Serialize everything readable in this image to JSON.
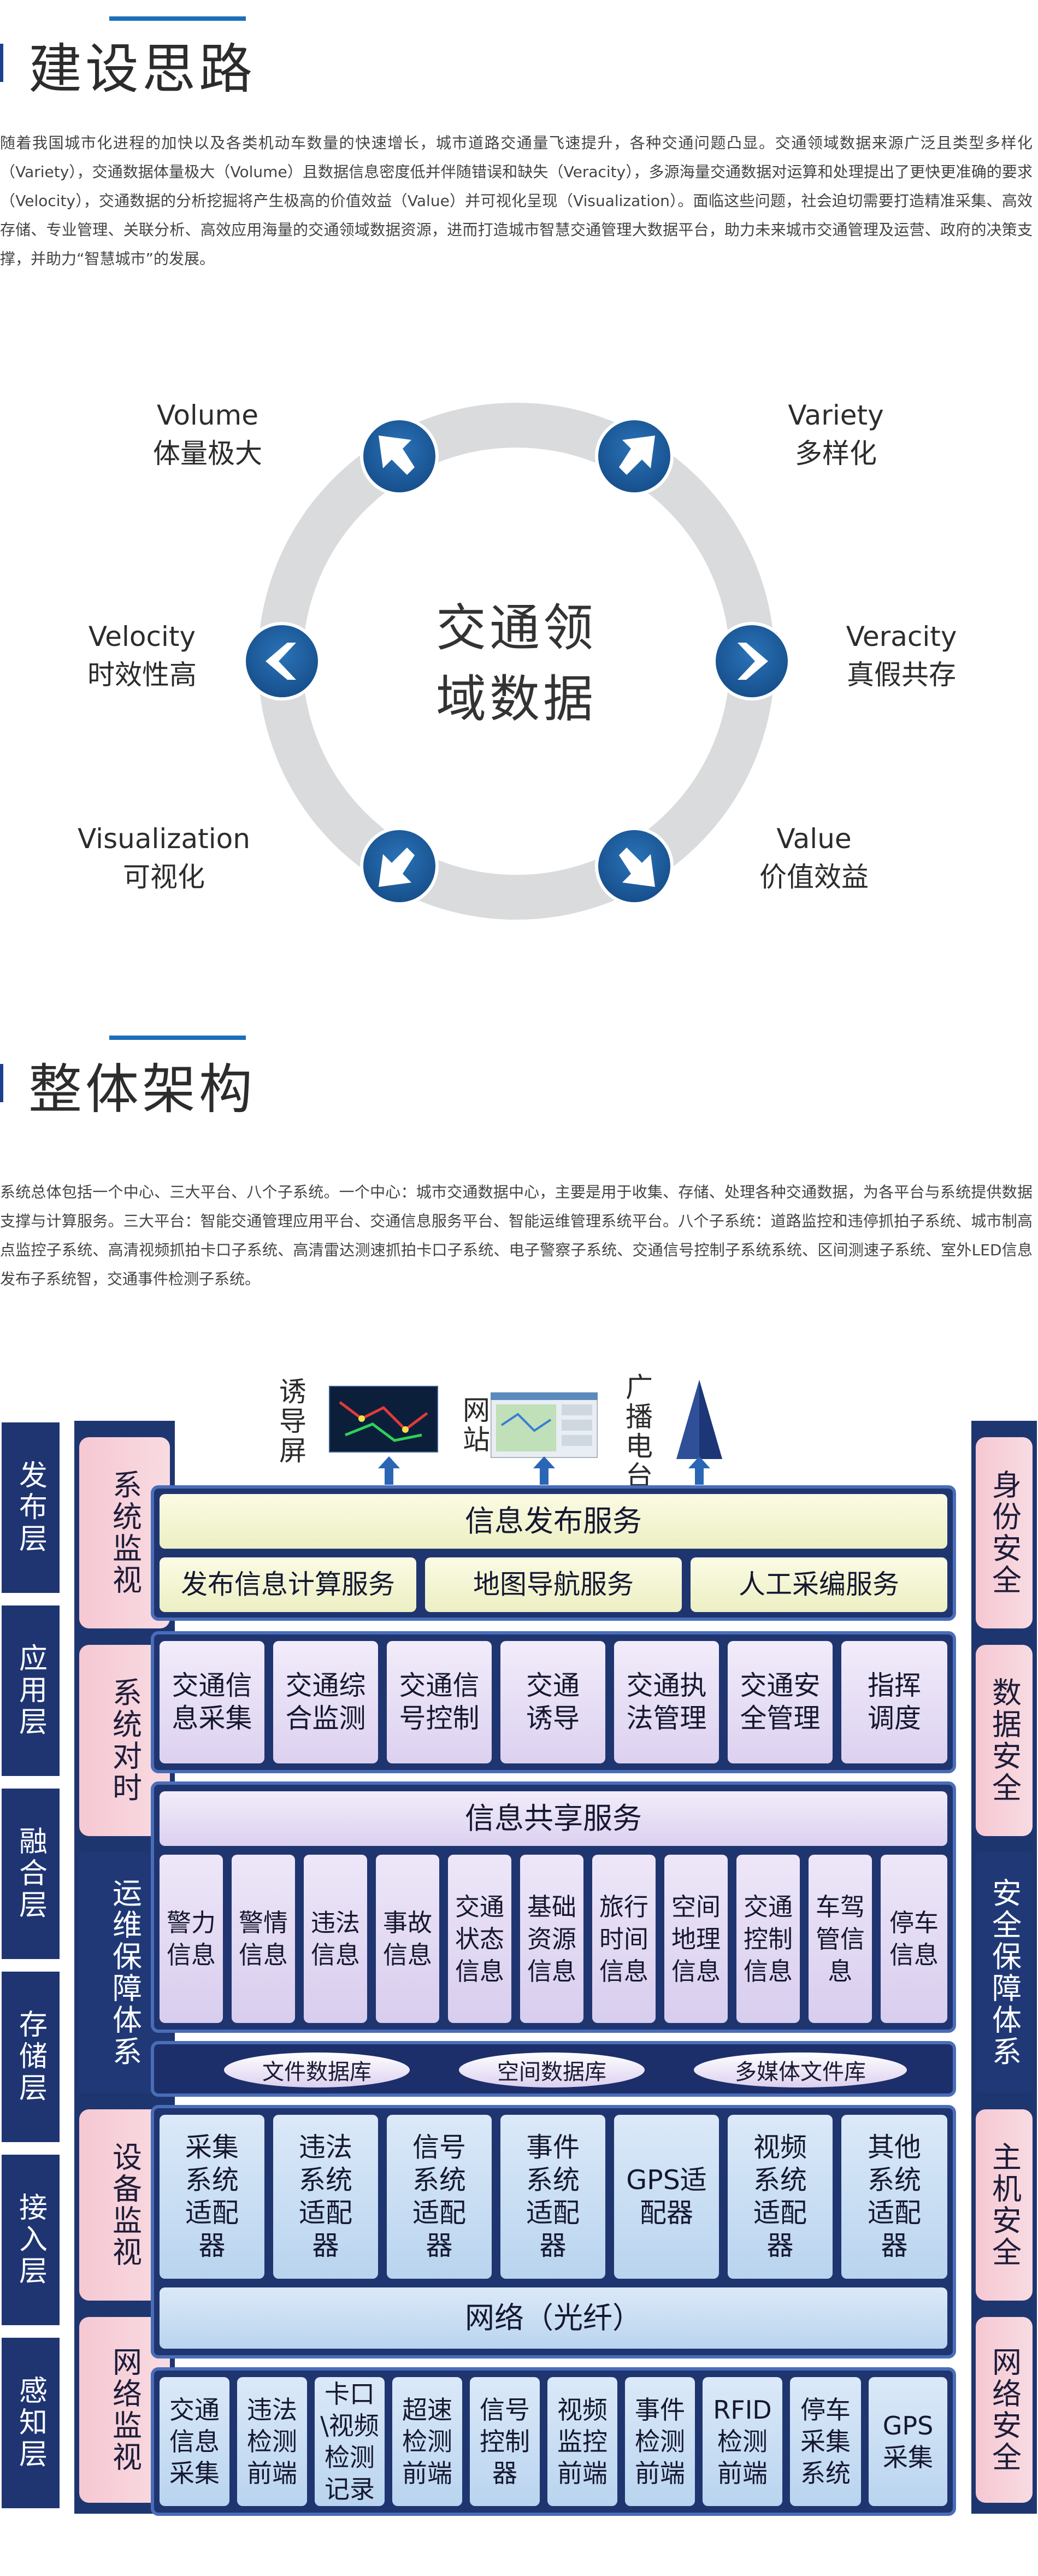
{
  "section1": {
    "title": "建设思路",
    "paragraph": "随着我国城市化进程的加快以及各类机动车数量的快速增长，城市道路交通量飞速提升，各种交通问题凸显。交通领域数据来源广泛且类型多样化（Variety），交通数据体量极大（Volume）且数据信息密度低并伴随错误和缺失（Veracity），多源海量交通数据对运算和处理提出了更快更准确的要求（Velocity），交通数据的分析挖掘将产生极高的价值效益（Value）并可视化呈现（Visualization）。面临这些问题，社会迫切需要打造精准采集、高效存储、专业管理、关联分析、高效应用海量的交通领域数据资源，进而打造城市智慧交通管理大数据平台，助力未来城市交通管理及运营、政府的决策支撑，并助力“智慧城市”的发展。"
  },
  "ring": {
    "center_line1": "交通领",
    "center_line2": "域数据",
    "volume_en": "Volume",
    "volume_cn": "体量极大",
    "variety_en": "Variety",
    "variety_cn": "多样化",
    "velocity_en": "Velocity",
    "velocity_cn": "时效性高",
    "veracity_en": "Veracity",
    "veracity_cn": "真假共存",
    "visualization_en": "Visualization",
    "visualization_cn": "可视化",
    "value_en": "Value",
    "value_cn": "价值效益"
  },
  "section2": {
    "title": "整体架构",
    "paragraph": "系统总体包括一个中心、三大平台、八个子系统。一个中心：城市交通数据中心，主要是用于收集、存储、处理各种交通数据，为各平台与系统提供数据支撑与计算服务。三大平台：智能交通管理应用平台、交通信息服务平台、智能运维管理系统平台。八个子系统：道路监控和违停抓拍子系统、城市制高点监控子系统、高清视频抓拍卡口子系统、高清雷达测速抓拍卡口子系统、电子警察子系统、交通信号控制子系统系统、区间测速子系统、室外LED信息发布子系统智，交通事件检测子系统。"
  },
  "arch": {
    "publish_channels": [
      "诱导屏",
      "网站",
      "广播电台"
    ],
    "layers": [
      "发布层",
      "应用层",
      "融合层",
      "存储层",
      "接入层",
      "感知层"
    ],
    "left_col": [
      "系统监视",
      "系统对时",
      "运维保障体系",
      "设备监视",
      "网络监视"
    ],
    "right_col": [
      "身份安全",
      "数据安全",
      "安全保障体系",
      "主机安全",
      "网络安全"
    ],
    "publish_service": "信息发布服务",
    "publish_sub": [
      "发布信息计算服务",
      "地图导航服务",
      "人工采编服务"
    ],
    "apps": [
      "交通信息采集",
      "交通综合监测",
      "交通信号控制",
      "交通诱导",
      "交通执法管理",
      "交通安全管理",
      "指挥调度"
    ],
    "share_service": "信息共享服务",
    "share_items": [
      "警力信息",
      "警情信息",
      "违法信息",
      "事故信息",
      "交通状态信息",
      "基础资源信息",
      "旅行时间信息",
      "空间地理信息",
      "交通控制信息",
      "车驾管信息",
      "停车信息"
    ],
    "databases": [
      "文件数据库",
      "空间数据库",
      "多媒体文件库"
    ],
    "adapters": [
      "采集系统适配器",
      "违法系统适配器",
      "信号系统适配器",
      "事件系统适配器",
      "GPS适配器",
      "视频系统适配器",
      "其他系统适配器"
    ],
    "network": "网络（光纤）",
    "sensors": [
      "交通信息采集",
      "违法检测前端",
      "卡口\\视频检测记录",
      "超速检测前端",
      "信号控制器",
      "视频监控前端",
      "事件检测前端",
      "RFID检测前端",
      "停车采集系统",
      "GPS采集"
    ]
  },
  "colors": {
    "navy": "#1f3570",
    "accent": "#1c6fb8",
    "ring_grey": "#d9dbdd",
    "arrow_blue": "#1c5a9a"
  }
}
